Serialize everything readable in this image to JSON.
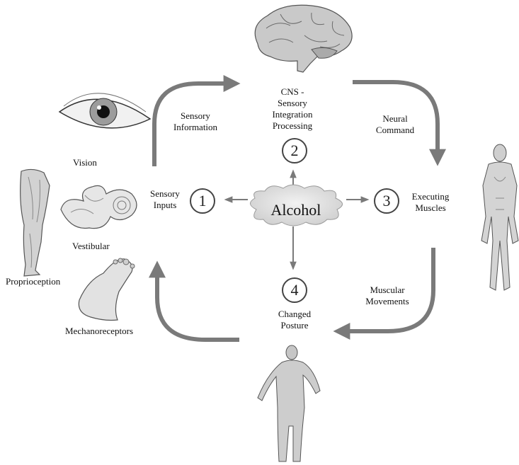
{
  "center": {
    "label": "Alcohol"
  },
  "steps": [
    {
      "number": "1",
      "label_line1": "Sensory",
      "label_line2": "Inputs"
    },
    {
      "number": "2",
      "label_line1": "CNS -",
      "label_line2": "Sensory",
      "label_line3": "Integration",
      "label_line4": "Processing"
    },
    {
      "number": "3",
      "label_line1": "Executing",
      "label_line2": "Muscles"
    },
    {
      "number": "4",
      "label_line1": "Changed",
      "label_line2": "Posture"
    }
  ],
  "flows": {
    "sensory_information": [
      "Sensory",
      "Information"
    ],
    "neural_command": [
      "Neural",
      "Command"
    ],
    "muscular_movements": [
      "Muscular",
      "Movements"
    ]
  },
  "inputs": {
    "vision": "Vision",
    "vestibular": "Vestibular",
    "proprioception": "Proprioception",
    "mechanoreceptors": "Mechanoreceptors"
  },
  "icons": {
    "brain": "brain-icon",
    "eye": "eye-icon",
    "inner_ear": "inner-ear-icon",
    "leg": "leg-icon",
    "foot": "foot-icon",
    "muscle_figure": "muscle-figure-icon",
    "posture_figure": "posture-figure-icon"
  },
  "colors": {
    "arrow": "#7a7a7a",
    "cloud": "#dcdcdc",
    "circle_border": "#444444"
  }
}
